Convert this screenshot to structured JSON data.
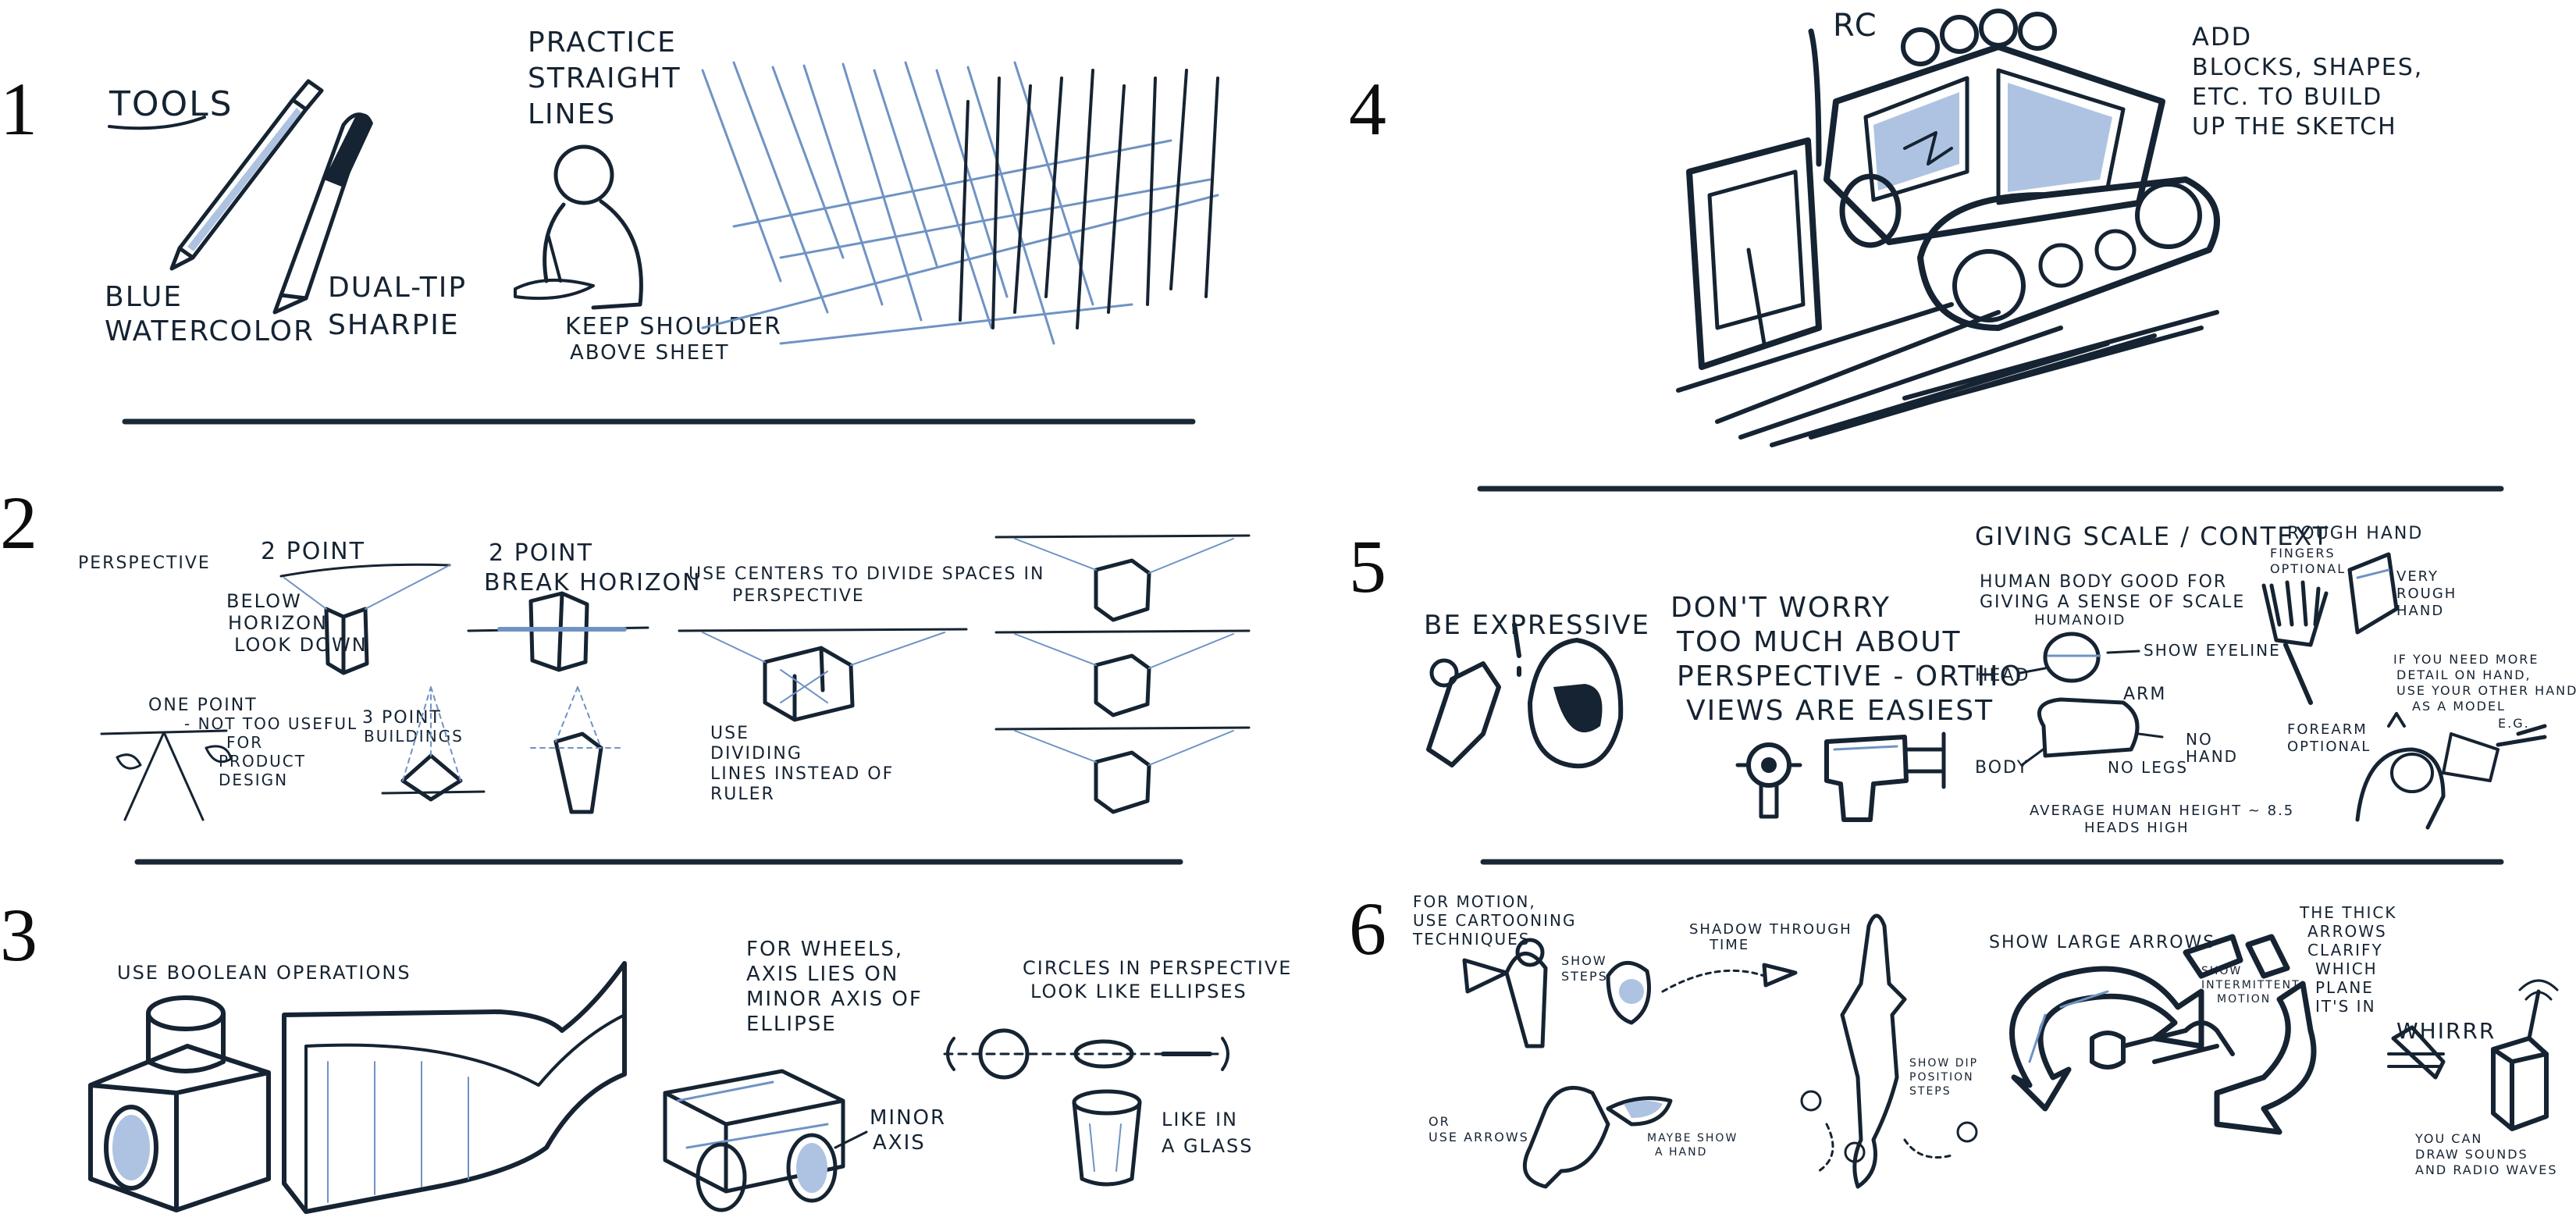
{
  "panels": [
    {
      "number": "1",
      "notes": [
        "TOOLS",
        "PRACTICE",
        "STRAIGHT",
        "LINES",
        "BLUE",
        "WATERCOLOR",
        "DUAL-TIP",
        "SHARPIE",
        "KEEP SHOULDER",
        "ABOVE SHEET"
      ]
    },
    {
      "number": "2",
      "notes": [
        "PERSPECTIVE",
        "2 POINT",
        "BELOW",
        "HORIZON",
        "LOOK DOWN",
        "2 POINT",
        "BREAK HORIZON",
        "USE CENTERS TO DIVIDE SPACES IN",
        "PERSPECTIVE",
        "ONE POINT",
        "- NOT TOO USEFUL",
        "FOR",
        "PRODUCT",
        "DESIGN",
        "3 POINT",
        "BUILDINGS",
        "USE",
        "DIVIDING",
        "LINES INSTEAD OF",
        "RULER"
      ]
    },
    {
      "number": "3",
      "notes": [
        "USE BOOLEAN OPERATIONS",
        "FOR WHEELS,",
        "AXIS LIES ON",
        "MINOR AXIS OF",
        "ELLIPSE",
        "CIRCLES IN PERSPECTIVE",
        "LOOK LIKE ELLIPSES",
        "MINOR",
        "AXIS",
        "LIKE IN",
        "A GLASS"
      ]
    },
    {
      "number": "4",
      "notes": [
        "RC",
        "ADD",
        "BLOCKS, SHAPES,",
        "ETC. TO BUILD",
        "UP THE SKETCH"
      ]
    },
    {
      "number": "5",
      "notes": [
        "BE EXPRESSIVE",
        "DON'T WORRY",
        "TOO MUCH ABOUT",
        "PERSPECTIVE - ORTHO",
        "VIEWS ARE EASIEST",
        "GIVING SCALE / CONTEXT",
        "HUMAN BODY GOOD FOR",
        "GIVING A SENSE OF SCALE",
        "HUMANOID",
        "SHOW EYELINE",
        "HEAD",
        "ARM",
        "NO",
        "HAND",
        "BODY",
        "NO LEGS",
        "AVERAGE HUMAN HEIGHT ~ 8.5",
        "HEADS HIGH",
        "ROUGH HAND",
        "FINGERS",
        "OPTIONAL",
        "VERY",
        "ROUGH",
        "HAND",
        "FOREARM",
        "OPTIONAL",
        "IF YOU NEED MORE",
        "DETAIL ON HAND,",
        "USE YOUR OTHER HAND",
        "AS A MODEL",
        "E.G."
      ]
    },
    {
      "number": "6",
      "notes": [
        "FOR MOTION,",
        "USE CARTOONING",
        "TECHNIQUES",
        "SHOW",
        "STEPS",
        "SHADOW THROUGH",
        "TIME",
        "OR",
        "USE ARROWS",
        "MAYBE SHOW",
        "A HAND",
        "SHOW DIP",
        "POSITION",
        "STEPS",
        "SHOW LARGE ARROWS",
        "SHOW",
        "INTERMITTENT",
        "MOTION",
        "THE THICK",
        "ARROWS",
        "CLARIFY",
        "WHICH",
        "PLANE",
        "IT'S IN",
        "WHIRRR",
        "YOU CAN",
        "DRAW SOUNDS",
        "AND RADIO WAVES"
      ]
    }
  ],
  "colors": {
    "ink": "#152332",
    "wash": "#6f93c4",
    "wash_light": "#aec3e2",
    "paper": "#ffffff"
  }
}
